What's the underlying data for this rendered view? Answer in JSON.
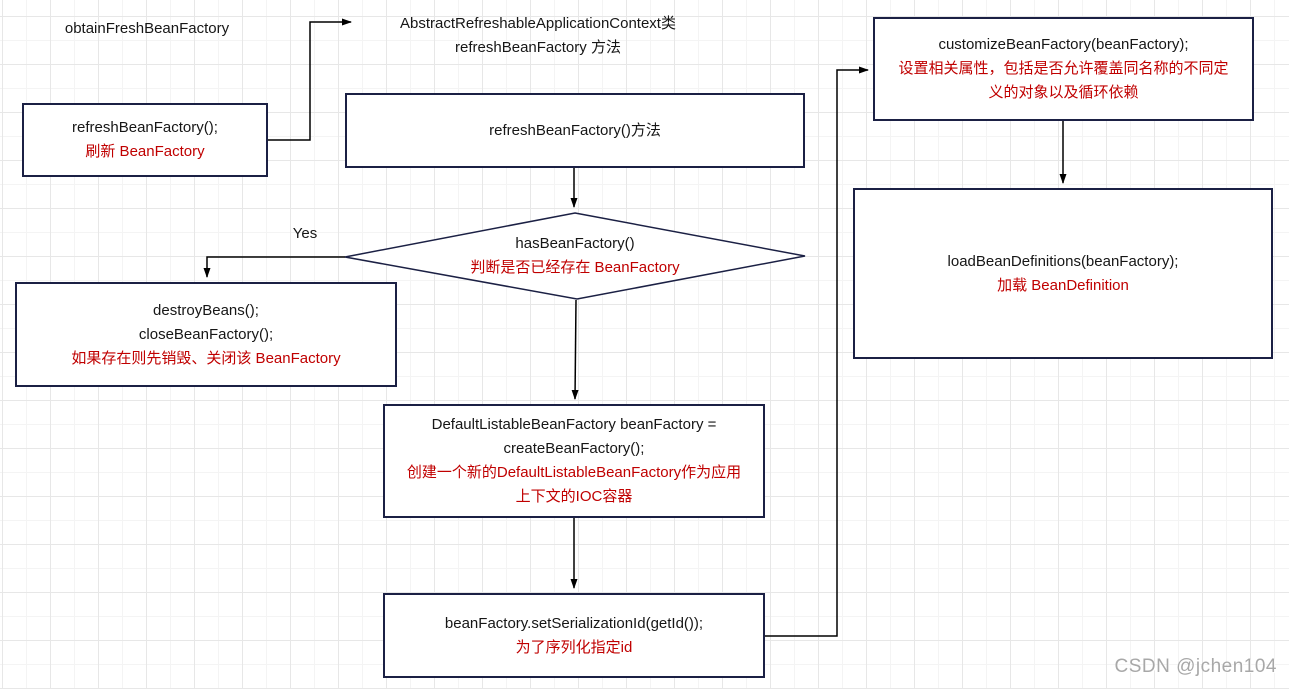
{
  "diagram": {
    "labels": {
      "obtain": "obtainFreshBeanFactory",
      "abstract_class_line1": "AbstractRefreshableApplicationContext类",
      "abstract_class_line2": "refreshBeanFactory 方法",
      "yes": "Yes"
    },
    "nodes": {
      "refresh_call": {
        "line1": "refreshBeanFactory();",
        "note1": "刷新 BeanFactory"
      },
      "refresh_method": {
        "line1": "refreshBeanFactory()方法"
      },
      "decision": {
        "line1": "hasBeanFactory()",
        "note1": "判断是否已经存在 BeanFactory"
      },
      "destroy": {
        "line1": "destroyBeans();",
        "line2": "closeBeanFactory();",
        "note1": "如果存在则先销毁、关闭该 BeanFactory"
      },
      "create": {
        "line1": "DefaultListableBeanFactory beanFactory =",
        "line2": "createBeanFactory();",
        "note1": "创建一个新的DefaultListableBeanFactory作为应用",
        "note2": "上下文的IOC容器"
      },
      "serialize": {
        "line1": "beanFactory.setSerializationId(getId());",
        "note1": "为了序列化指定id"
      },
      "customize": {
        "line1": "customizeBeanFactory(beanFactory);",
        "note1": "设置相关属性，包括是否允许覆盖同名称的不同定",
        "note2": "义的对象以及循环依赖"
      },
      "load": {
        "line1": "loadBeanDefinitions(beanFactory);",
        "note1": "加载 BeanDefinition"
      }
    },
    "watermark": "CSDN @jchen104",
    "colors": {
      "node_border": "#1b2044",
      "code_text": "#161616",
      "note_text": "#c00000",
      "connector": "#000000",
      "grid_line_minor": "#f4f4f4",
      "grid_line_major": "#e7e7e7",
      "watermark": "#a8a8a8"
    }
  }
}
